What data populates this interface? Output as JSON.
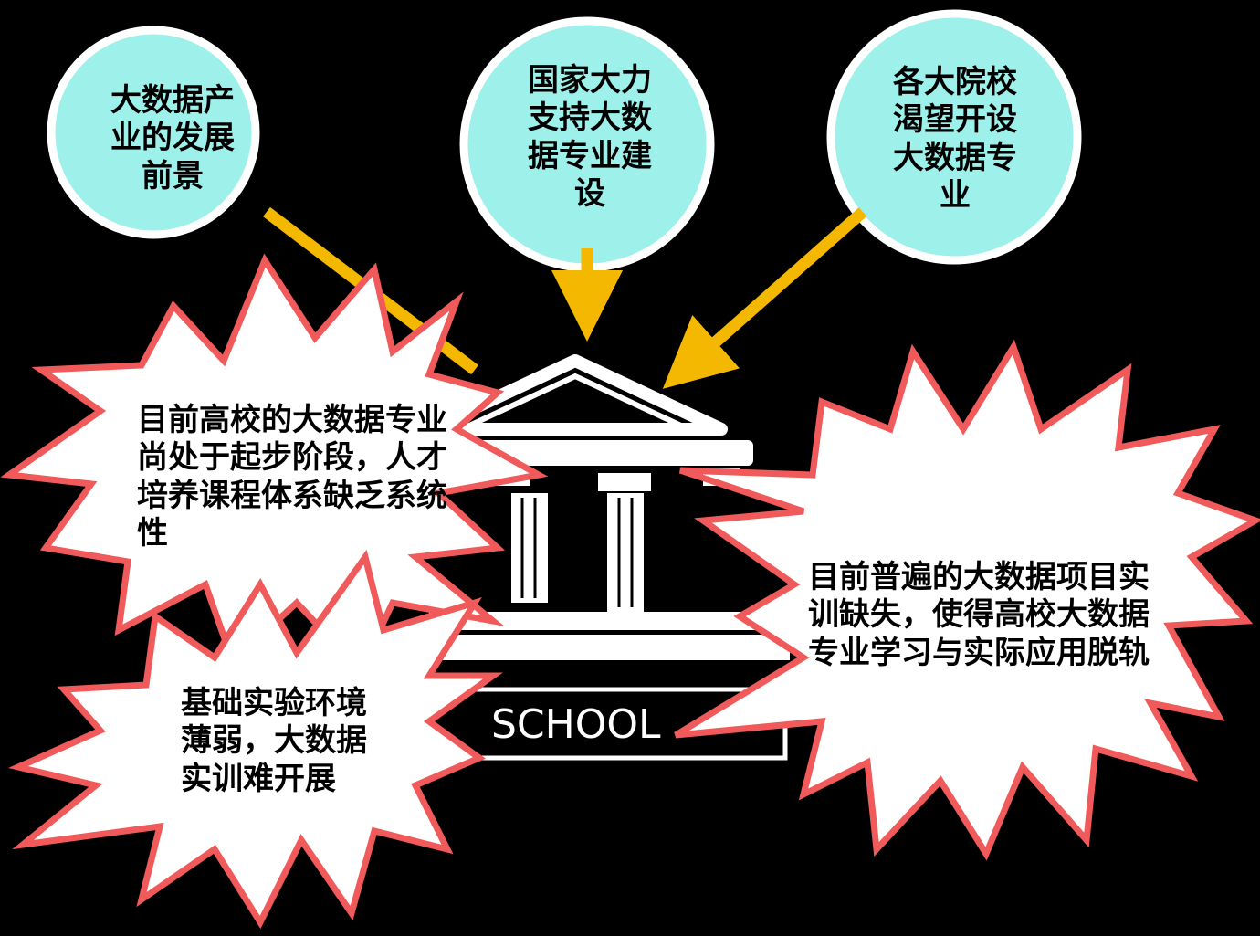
{
  "circles": [
    {
      "text": "大数据产业的发展前景"
    },
    {
      "text": "国家大力支持大数据专业建设"
    },
    {
      "text": "各大院校渴望开设大数据专业"
    }
  ],
  "bursts": [
    {
      "text": "目前高校的大数据专业尚处于起步阶段，人才培养课程体系缺乏系统性"
    },
    {
      "text": "基础实验环境薄弱，大数据实训难开展"
    },
    {
      "text": "目前普遍的大数据项目实训缺失，使得高校大数据专业学习与实际应用脱轨"
    }
  ],
  "school_label": "SCHOOL",
  "colors": {
    "background": "#000000",
    "circle_fill": "#9ef0ea",
    "circle_border": "#ffffff",
    "arrow": "#f5b800",
    "burst_fill": "#ffffff",
    "burst_border": "#f05a5a"
  },
  "icons": [
    "school-building-icon"
  ]
}
